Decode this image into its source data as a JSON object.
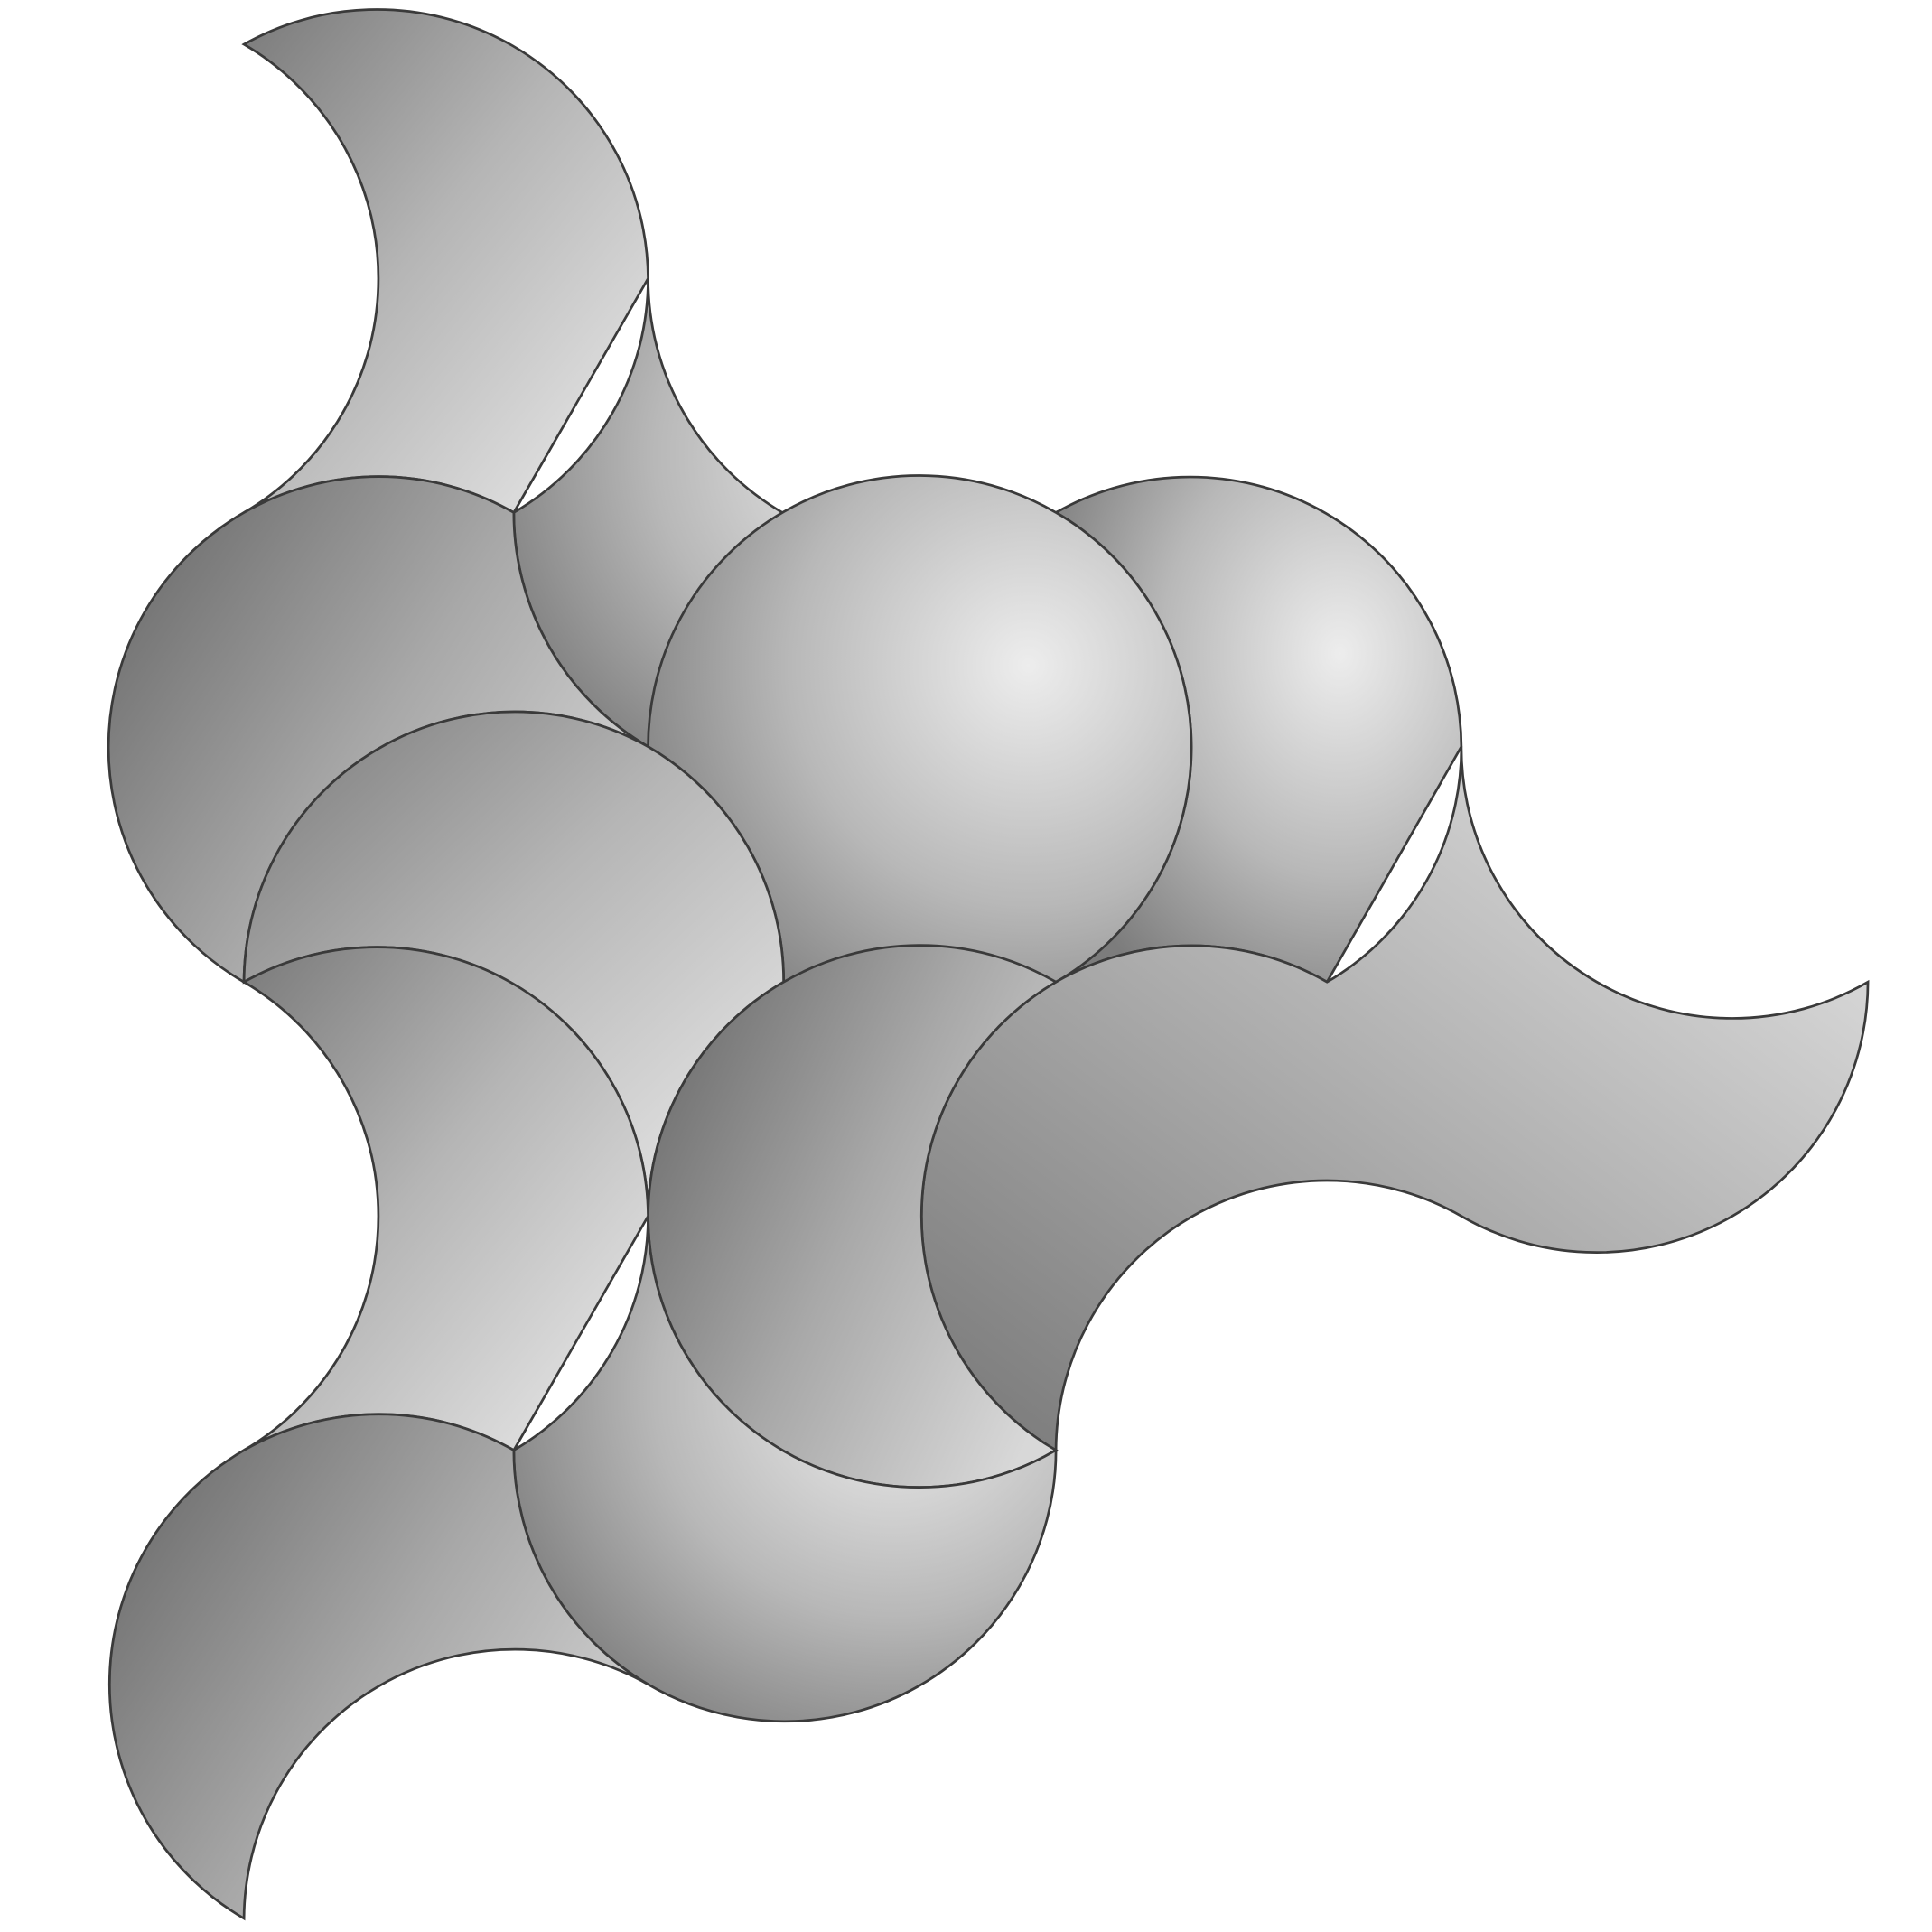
{
  "figure": {
    "kind": "arc-triangle tiling",
    "tile_count": 9,
    "tiles": [
      {
        "id": "tile-top-left",
        "shade": "light"
      },
      {
        "id": "tile-upper-middle",
        "shade": "light"
      },
      {
        "id": "tile-upper-right",
        "shade": "light"
      },
      {
        "id": "tile-left",
        "shade": "medium"
      },
      {
        "id": "tile-center",
        "shade": "light"
      },
      {
        "id": "tile-right",
        "shade": "light"
      },
      {
        "id": "tile-lower-left",
        "shade": "light"
      },
      {
        "id": "tile-lower-middle",
        "shade": "medium"
      },
      {
        "id": "tile-bottom-left",
        "shade": "medium"
      }
    ]
  },
  "colors": {
    "background": "#ffffff",
    "highlight": "#ececec",
    "midtone": "#bdbdbd",
    "shadow": "#6e6e6e",
    "edge": "#3a3a3a"
  }
}
